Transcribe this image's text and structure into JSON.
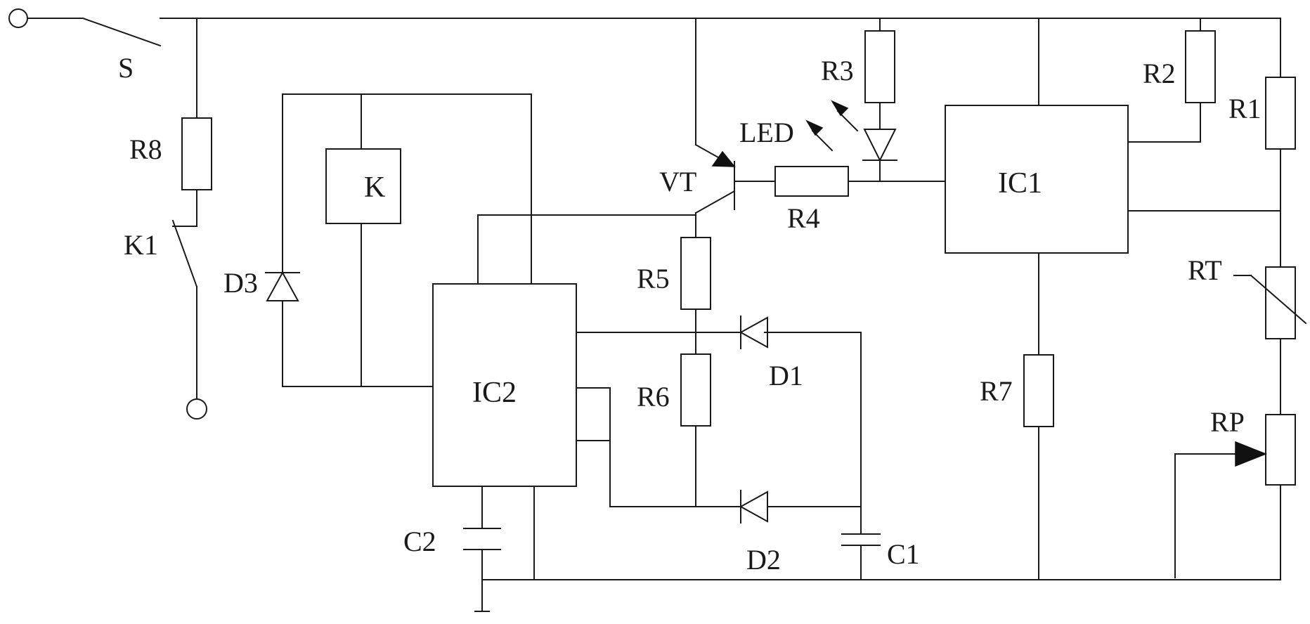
{
  "diagram": {
    "stroke_color": "#1a1a1a",
    "background": "#ffffff",
    "labels": {
      "switch": "S",
      "r8": "R8",
      "k1": "K1",
      "d3": "D3",
      "relay": "K",
      "ic2": "IC2",
      "c2": "C2",
      "vt": "VT",
      "led": "LED",
      "r3": "R3",
      "r4": "R4",
      "r5": "R5",
      "r6": "R6",
      "d1": "D1",
      "d2": "D2",
      "c1": "C1",
      "ic1": "IC1",
      "r7": "R7",
      "r2": "R2",
      "r1": "R1",
      "rt": "RT",
      "rp": "RP"
    }
  }
}
